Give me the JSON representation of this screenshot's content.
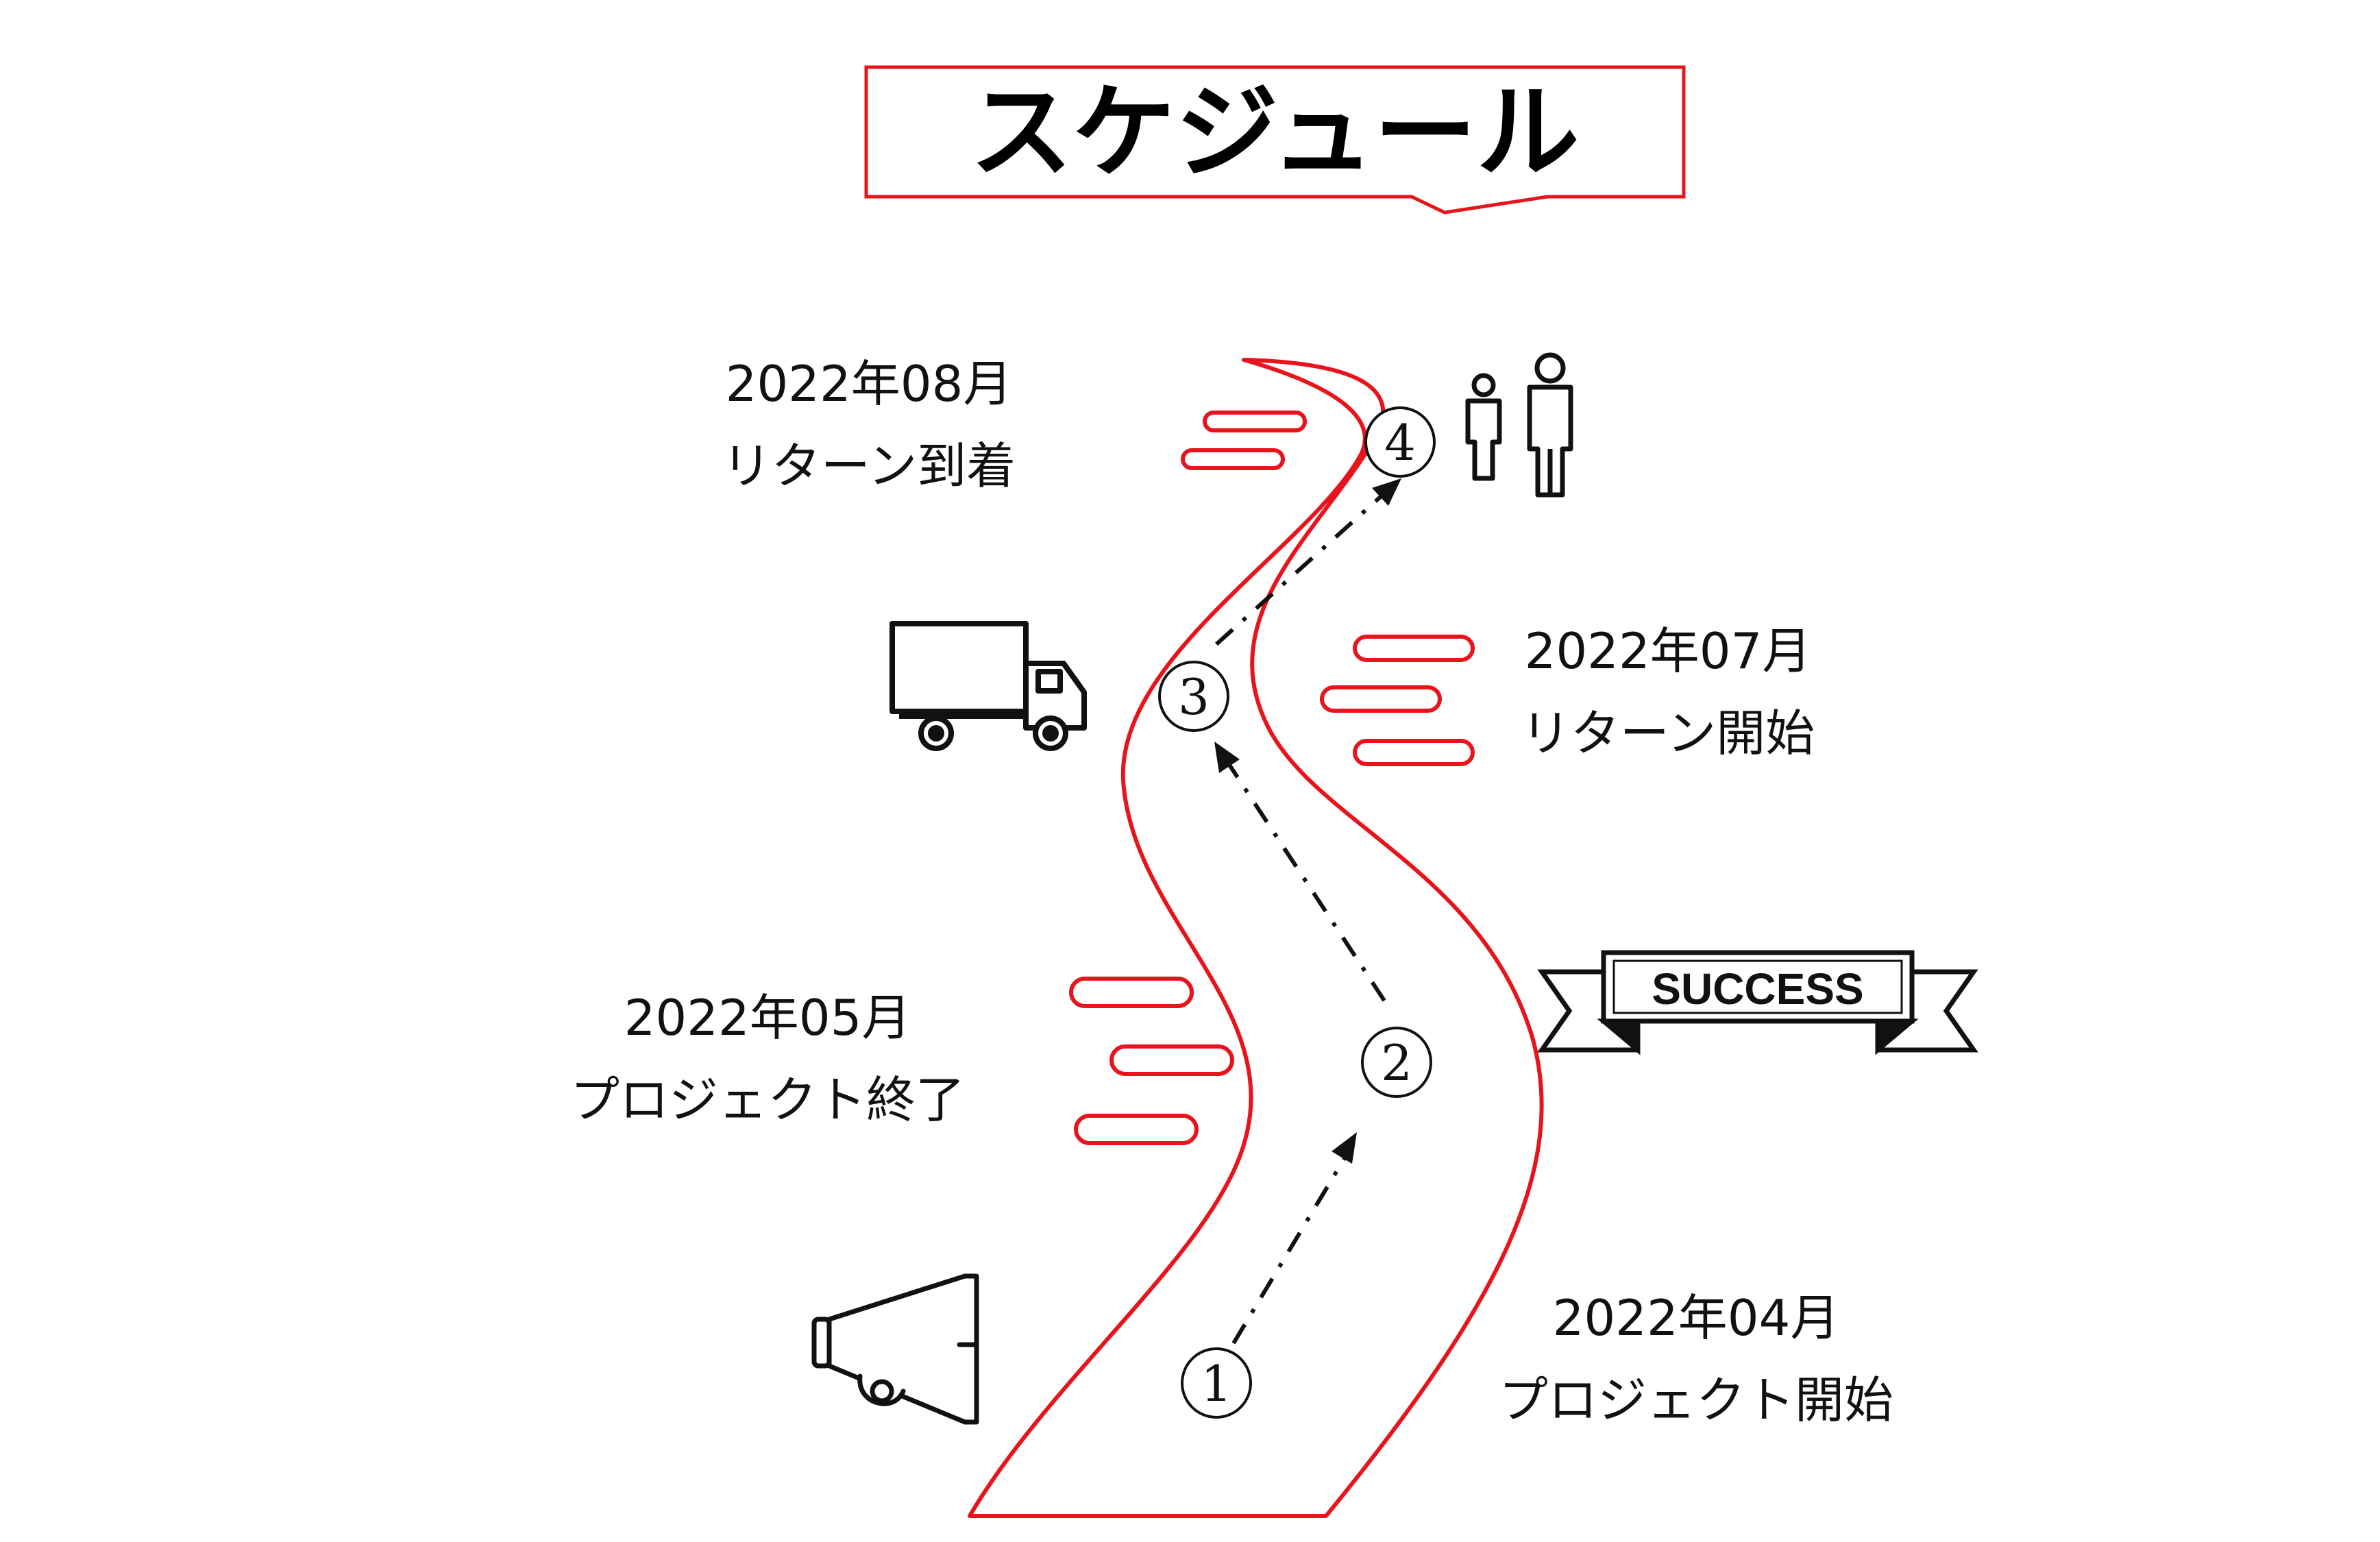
{
  "title": "スケジュール",
  "banner": {
    "label": "SUCCESS"
  },
  "milestones": [
    {
      "number": "①",
      "date": "2022年04月",
      "label": "プロジェクト開始"
    },
    {
      "number": "②",
      "date": "2022年05月",
      "label": "プロジェクト終了"
    },
    {
      "number": "③",
      "date": "2022年07月",
      "label": "リターン開始"
    },
    {
      "number": "④",
      "date": "2022年08月",
      "label": "リターン到着"
    }
  ],
  "icons": [
    "megaphone-icon",
    "success-ribbon-icon",
    "truck-icon",
    "people-icon"
  ],
  "colors": {
    "accent": "#e8141b",
    "ink": "#111111",
    "background": "#ffffff"
  }
}
